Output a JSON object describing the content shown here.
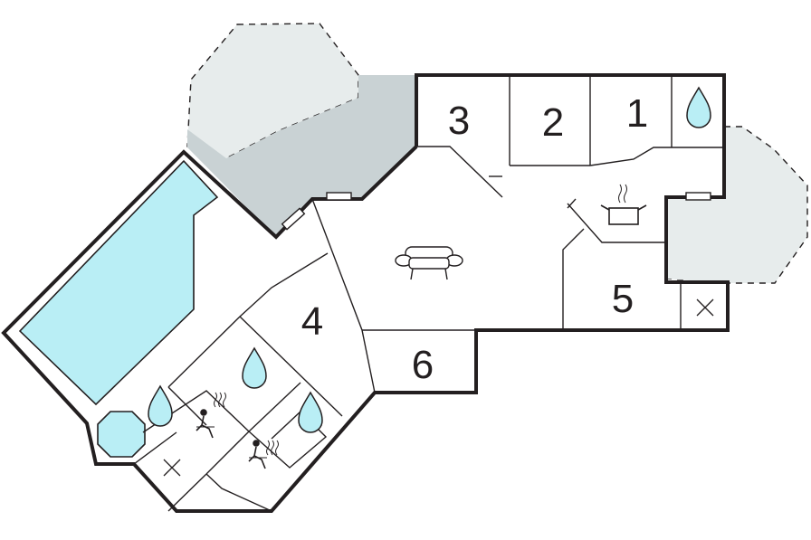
{
  "floorplan": {
    "rooms": [
      {
        "id": "room-1",
        "label": "1"
      },
      {
        "id": "room-2",
        "label": "2"
      },
      {
        "id": "room-3",
        "label": "3"
      },
      {
        "id": "room-4",
        "label": "4"
      },
      {
        "id": "room-5",
        "label": "5"
      },
      {
        "id": "room-6",
        "label": "6"
      }
    ],
    "colors": {
      "pool": "#b9eef5",
      "terrace_shaded": "#c9d2d4",
      "terrace_light": "#e7ecec",
      "walls": "#231f20",
      "background": "#ffffff"
    },
    "icons": [
      "water-drop-icon",
      "sofa-icon",
      "cooking-pot-icon",
      "sauna-icon",
      "closed-cross-icon",
      "hot-tub-icon"
    ]
  }
}
